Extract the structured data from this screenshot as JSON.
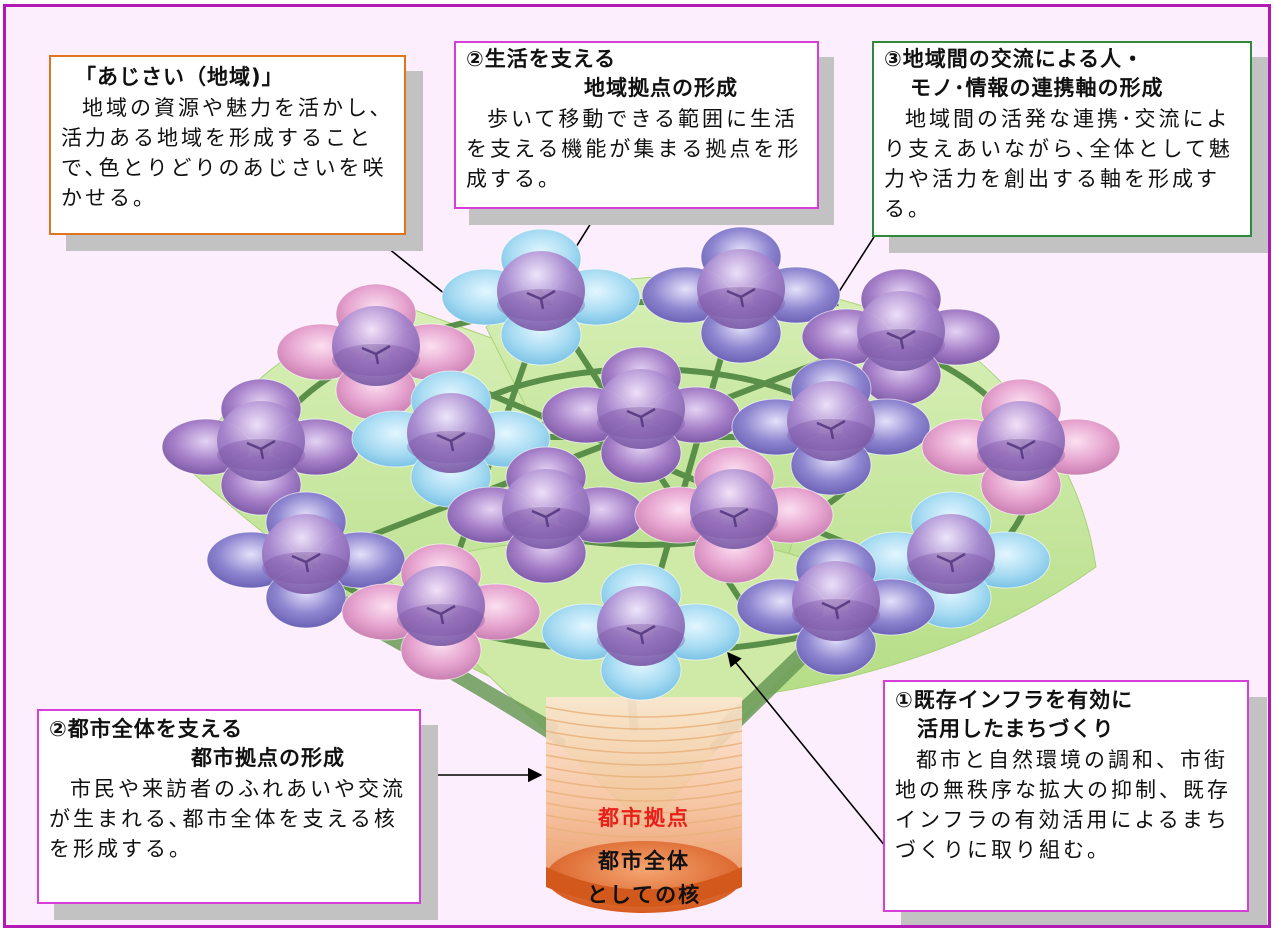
{
  "boxes": {
    "ajisai": {
      "title": "「あじさい（地域)」",
      "body": "地域の資源や魅力を活かし､活力ある地域を形成することで､色とりどりのあじさいを咲かせる。",
      "border_color": "#e2741e"
    },
    "chiiki_kyoten": {
      "title1": "②生活を支える",
      "title2": "地域拠点の形成",
      "body": "歩いて移動できる範囲に生活を支える機能が集まる拠点を形成する。",
      "border_color": "#d83fd8"
    },
    "renkei_jiku": {
      "title1": "③地域間の交流による人・",
      "title2": "モノ･情報の連携軸の形成",
      "body": "地域間の活発な連携･交流により支えあいながら､全体として魅力や活力を創出する軸を形成する。",
      "border_color": "#2f8a3b"
    },
    "toshi_kyoten": {
      "title1": "②都市全体を支える",
      "title2": "都市拠点の形成",
      "body": "市民や来訪者のふれあいや交流が生まれる､都市全体を支える核を形成する。",
      "border_color": "#d83fd8"
    },
    "infra": {
      "title1": "①既存インフラを有効に",
      "title2": "活用したまちづくり",
      "body": "都市と自然環境の調和、市街地の無秩序な拡大の抑制、既存インフラの有効活用によるまちづくりに取り組む。",
      "border_color": "#d83fd8"
    }
  },
  "pot": {
    "label_red": "都市拠点",
    "label_line1": "都市全体",
    "label_line2": "としての核",
    "red_color": "#e8201a"
  },
  "colors": {
    "frame": "#b31ab3",
    "background": "#fdeefd",
    "leaf": "#c3e59a",
    "stem": "#5a8f4a",
    "flower_purple": "#a57fc8",
    "flower_pink": "#e6a3cf",
    "flower_blue": "#a9dcf3",
    "flower_violet": "#8e86d0"
  }
}
